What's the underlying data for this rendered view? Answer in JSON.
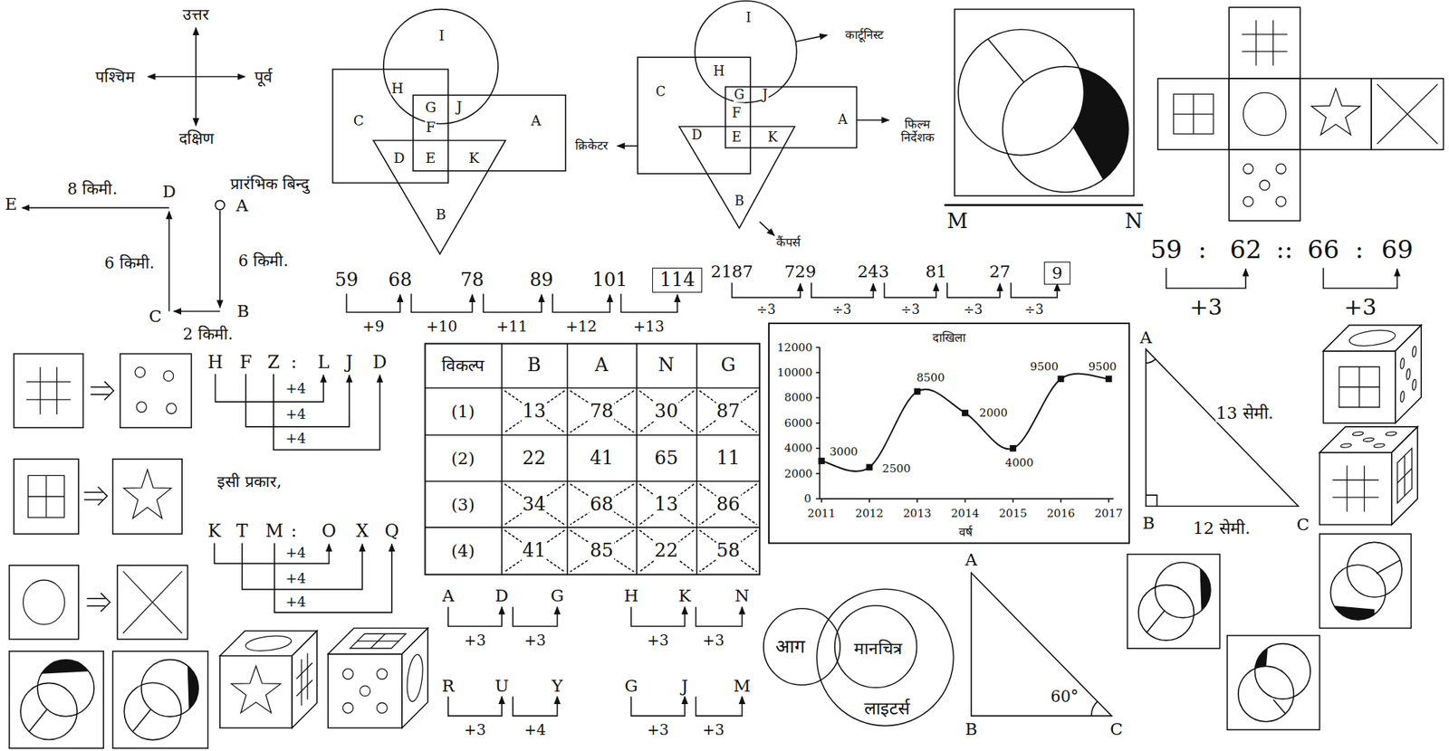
{
  "diagram": {
    "nodes": [
      {
        "text": [
          "114"
        ]
      },
      {
        "text": [
          "9"
        ]
      },
      {
        "text": [
          "आग"
        ]
      },
      {
        "text": [
          "लाइटर्स"
        ]
      },
      {
        "text": [
          "मानचित्र"
        ],
        "in": 3
      }
    ],
    "labels": [
      "उत्तर",
      "पश्चिम",
      "पूर्व",
      "दक्षिण",
      "E",
      "8 किमी.",
      "D",
      "प्रारंभिक बिन्दु",
      "A",
      "6 किमी.",
      "6 किमी.",
      "C",
      "B",
      "2 किमी.",
      "I",
      "H",
      "G",
      "J",
      "C",
      "A",
      "F",
      "D",
      "E",
      "K",
      "B",
      "I",
      "कार्टूनिस्ट",
      "H",
      "C",
      "G",
      "J",
      "F",
      "A",
      "फिल्म निर्देशक",
      "क्रिकेटर",
      "D",
      "E",
      "K",
      "B",
      "कैंपर्स",
      "M",
      "N",
      "59",
      "68",
      "78",
      "89",
      "101",
      "+9",
      "+10",
      "+11",
      "+12",
      "+13",
      "2187",
      "729",
      "243",
      "81",
      "27",
      "÷3",
      "÷3",
      "÷3",
      "÷3",
      "÷3",
      "59",
      ":",
      "62",
      "::",
      "66",
      ":",
      "69",
      "+3",
      "+3",
      "H",
      "F",
      "Z",
      ":",
      "L",
      "J",
      "D",
      "+4",
      "+4",
      "+4",
      "इसी प्रकार,",
      "K",
      "T",
      "M",
      ":",
      "O",
      "X",
      "Q",
      "+4",
      "+4",
      "+4",
      "विकल्प",
      "B",
      "A",
      "N",
      "G",
      "(1)",
      "13",
      "78",
      "30",
      "87",
      "(2)",
      "22",
      "41",
      "65",
      "11",
      "(3)",
      "34",
      "68",
      "13",
      "86",
      "(4)",
      "41",
      "85",
      "22",
      "58",
      "A",
      "D",
      "G",
      "+3",
      "+3",
      "H",
      "K",
      "N",
      "+3",
      "+3",
      "R",
      "U",
      "Y",
      "+3",
      "+4",
      "G",
      "J",
      "M",
      "+3",
      "+3",
      "दाखिला",
      "12000",
      "10000",
      "8000",
      "6000",
      "4000",
      "2000",
      "0",
      "2011",
      "2012",
      "2013",
      "2014",
      "2015",
      "2016",
      "2017",
      "वर्ष",
      "3000",
      "2500",
      "8500",
      "2000",
      "4000",
      "9500",
      "9500",
      "A",
      "13 सेमी.",
      "B",
      "12 सेमी.",
      "C",
      "A",
      "60°",
      "B",
      "C"
    ]
  }
}
